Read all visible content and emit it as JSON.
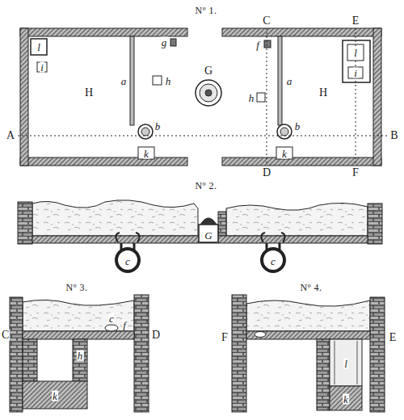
{
  "diagram": {
    "labels": [
      "Nº 1.",
      "l",
      "i",
      "H",
      "a",
      "g",
      "h",
      "b",
      "k",
      "A",
      "G",
      "C",
      "f",
      "h",
      "a",
      "b",
      "k",
      "H",
      "E",
      "l",
      "i",
      "B",
      "D",
      "F",
      "Nº 2.",
      "G",
      "c",
      "c",
      "Nº 3.",
      "C",
      "D",
      "c",
      "f",
      "h",
      "k",
      "Nº 4.",
      "F",
      "E",
      "l",
      "k"
    ]
  }
}
